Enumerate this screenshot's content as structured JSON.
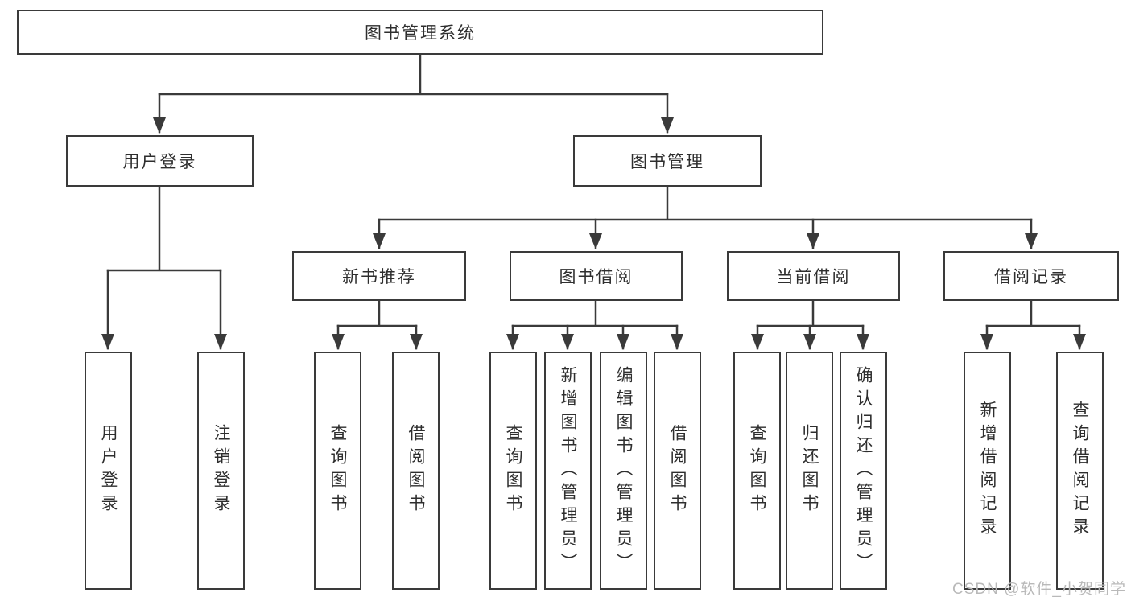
{
  "tree": {
    "label": "图书管理系统",
    "children": [
      {
        "label": "用户登录",
        "children": [
          {
            "label": "用户登录"
          },
          {
            "label": "注销登录"
          }
        ]
      },
      {
        "label": "图书管理",
        "children": [
          {
            "label": "新书推荐",
            "children": [
              {
                "label": "查询图书"
              },
              {
                "label": "借阅图书"
              }
            ]
          },
          {
            "label": "图书借阅",
            "children": [
              {
                "label": "查询图书"
              },
              {
                "label": "新增图书（管理员）"
              },
              {
                "label": "编辑图书（管理员）"
              },
              {
                "label": "借阅图书"
              }
            ]
          },
          {
            "label": "当前借阅",
            "children": [
              {
                "label": "查询图书"
              },
              {
                "label": "归还图书"
              },
              {
                "label": "确认归还（管理员）"
              }
            ]
          },
          {
            "label": "借阅记录",
            "children": [
              {
                "label": "新增借阅记录"
              },
              {
                "label": "查询借阅记录"
              }
            ]
          }
        ]
      }
    ]
  },
  "watermark": {
    "text": "CSDN @软件_小贺同学"
  },
  "colors": {
    "line": "#3a3a3a",
    "text": "#2e2e2e",
    "border": "#3a3a3a",
    "watermark": "#b9b9b9",
    "background": "#ffffff"
  }
}
